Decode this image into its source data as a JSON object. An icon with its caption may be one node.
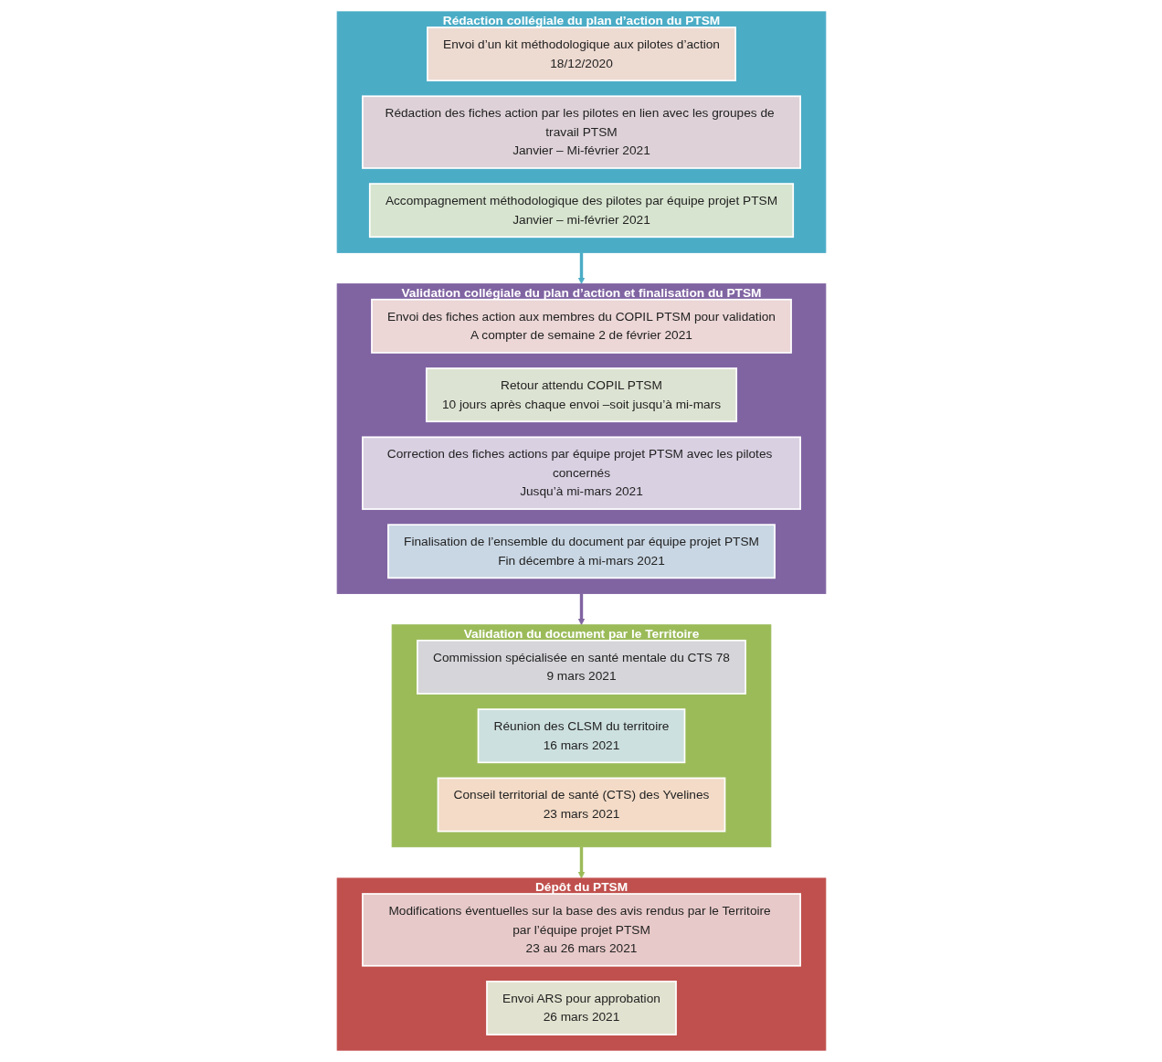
{
  "diagram": {
    "nodes": [
      {
        "text": [
          "Rédaction collégiale du plan d’action du PTSM"
        ]
      },
      {
        "text": [
          "Envoi d’un kit méthodologique aux pilotes d’action",
          "18/12/2020"
        ],
        "in": 0
      },
      {
        "text": [
          "Rédaction des fiches action par les pilotes en lien avec les groupes de travail PTSM",
          "Janvier – Mi-février 2021"
        ],
        "in": 0
      },
      {
        "text": [
          "Accompagnement méthodologique des pilotes par équipe projet PTSM",
          "Janvier – mi-février 2021"
        ],
        "in": 0
      },
      {
        "text": [
          "Validation collégiale du plan d’action et finalisation du PTSM"
        ]
      },
      {
        "text": [
          "Envoi des fiches action aux membres du COPIL PTSM pour validation",
          "A compter de semaine 2 de février 2021"
        ],
        "in": 4
      },
      {
        "text": [
          "Retour attendu COPIL PTSM",
          "10 jours après chaque envoi –soit jusqu’à mi-mars"
        ],
        "in": 4
      },
      {
        "text": [
          "Correction des fiches actions par équipe projet PTSM avec les pilotes concernés",
          "Jusqu’à mi-mars 2021"
        ],
        "in": 4
      },
      {
        "text": [
          "Finalisation de l’ensemble du document par équipe projet PTSM",
          "Fin décembre à mi-mars 2021"
        ],
        "in": 4
      },
      {
        "text": [
          "Validation du document par le Territoire"
        ]
      },
      {
        "text": [
          "Commission spécialisée en santé mentale du CTS 78",
          "9 mars 2021"
        ],
        "in": 9
      },
      {
        "text": [
          "Réunion des CLSM du territoire",
          "16 mars 2021"
        ],
        "in": 9
      },
      {
        "text": [
          "Conseil territorial de santé (CTS) des Yvelines",
          "23 mars 2021"
        ],
        "in": 9
      },
      {
        "text": [
          "Dépôt du PTSM"
        ]
      },
      {
        "text": [
          "Modifications éventuelles sur la base des avis rendus par le Territoire par l’équipe projet PTSM",
          "23 au 26 mars 2021"
        ],
        "in": 13
      },
      {
        "text": [
          "Envoi ARS pour approbation",
          "26 mars 2021"
        ],
        "in": 13
      }
    ],
    "edges": [
      {
        "from": 0,
        "to": 4,
        "arrow": "to",
        "color": "#4bacc6"
      },
      {
        "from": 4,
        "to": 9,
        "arrow": "to",
        "color": "#8064a2"
      },
      {
        "from": 9,
        "to": 13,
        "arrow": "to",
        "color": "#9bbb59"
      }
    ]
  }
}
